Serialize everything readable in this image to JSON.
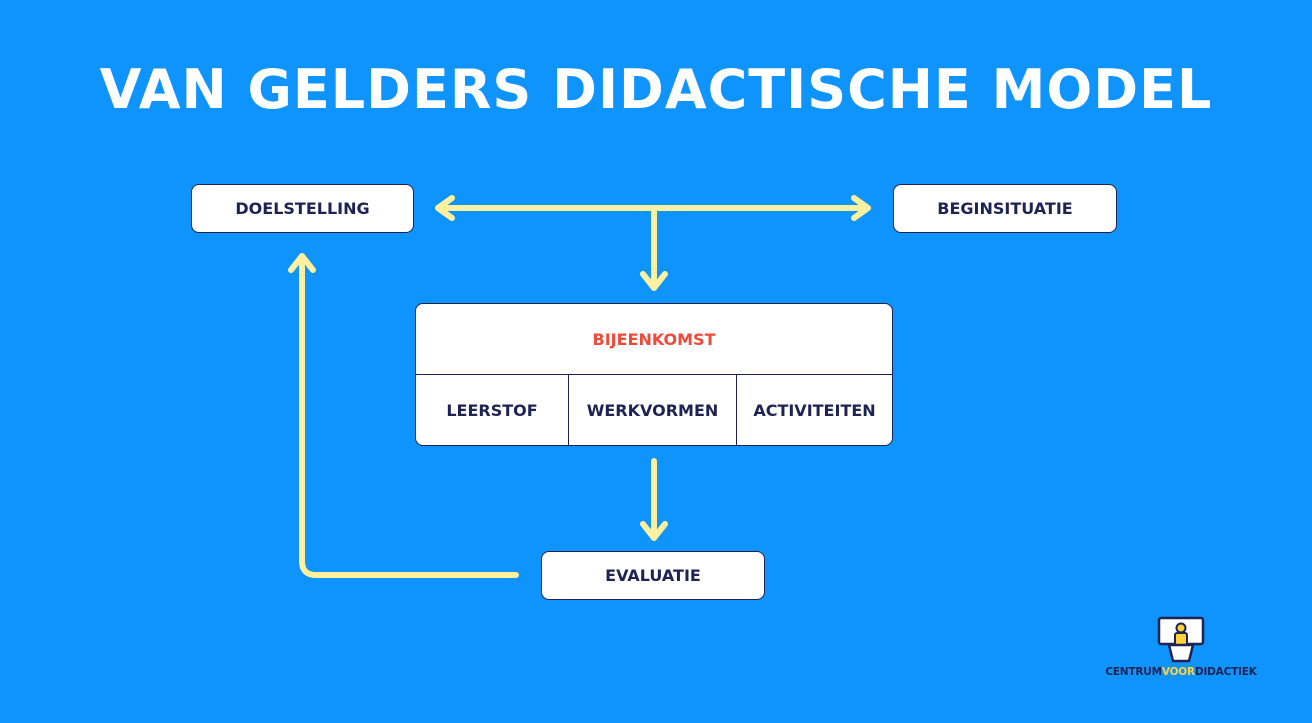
{
  "title": "VAN GELDERS DIDACTISCHE MODEL",
  "nodes": {
    "doelstelling": "DOELSTELLING",
    "beginsituatie": "BEGINSITUATIE",
    "bijeenkomst": "BIJEENKOMST",
    "leerstof": "LEERSTOF",
    "werkvormen": "WERKVORMEN",
    "activiteiten": "ACTIVITEITEN",
    "evaluatie": "EVALUATIE"
  },
  "edges": [
    {
      "from": "doelstelling",
      "to": "beginsituatie",
      "style": "bidirectional"
    },
    {
      "from": "doelstelling-beginsituatie",
      "to": "bijeenkomst",
      "style": "arrow"
    },
    {
      "from": "bijeenkomst",
      "to": "evaluatie",
      "style": "arrow"
    },
    {
      "from": "evaluatie",
      "to": "doelstelling",
      "style": "arrow"
    }
  ],
  "logo": {
    "part1": "CENTRUM",
    "part2": "VOOR",
    "part3": "DIDACTIEK"
  },
  "colors": {
    "background": "#0f93fc",
    "arrow": "#fff0a0",
    "box_border": "#1e2352",
    "highlight_text": "#f04a3a",
    "logo_accent": "#ffd23a"
  }
}
